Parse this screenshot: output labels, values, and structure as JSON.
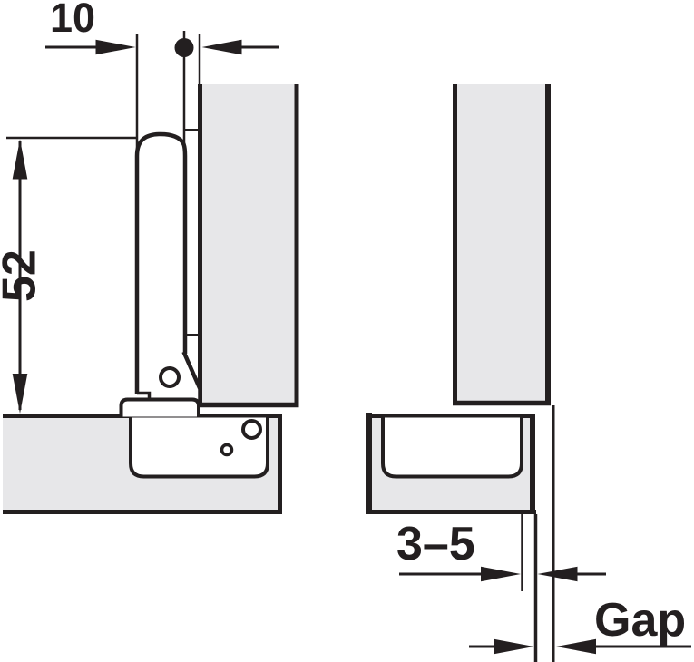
{
  "drawing": {
    "labels": {
      "dim10": "10",
      "dim52": "52",
      "dim35": "3–5",
      "gap": "Gap"
    },
    "colors": {
      "line": "#231f20",
      "panel_fill": "#e7e7e9",
      "cup_fill": "#ffffff",
      "background": "#ffffff"
    }
  }
}
